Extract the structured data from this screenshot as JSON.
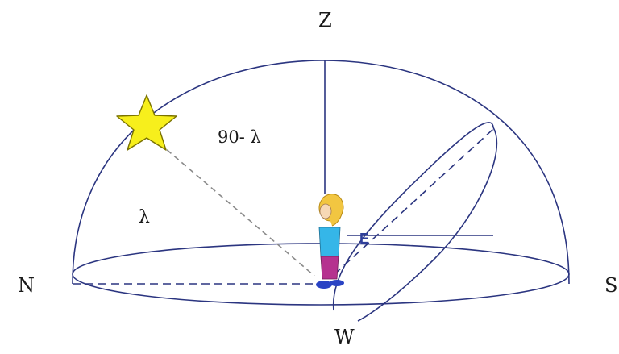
{
  "labels": {
    "zenith": "Z",
    "north": "N",
    "south": "S",
    "west": "W",
    "east": "E",
    "colatitude": "90- λ",
    "latitude": "λ"
  },
  "colors": {
    "outline": "#2b3580",
    "star_fill": "#f7ef1c",
    "star_stroke": "#7a7200",
    "dashed_line": "#8a8a8a",
    "figure_hair": "#f2c641",
    "figure_shirt": "#35b6e8",
    "figure_pants": "#b5328f",
    "figure_shoes": "#2a43c4"
  },
  "icons": {
    "star": "star-icon",
    "observer": "observer-figure-icon"
  }
}
